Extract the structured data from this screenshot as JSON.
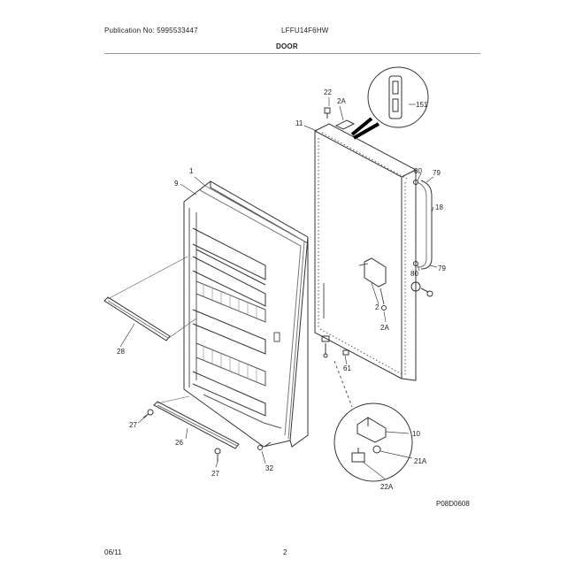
{
  "header": {
    "publication": "Publication No: 5995533447",
    "model": "LFFU14F6HW",
    "section_title": "DOOR"
  },
  "footer": {
    "date": "06/11",
    "page_number": "2",
    "figure_id": "P08D0608"
  },
  "part_labels": {
    "p1": "1",
    "p9": "9",
    "p11": "11",
    "p151": "151",
    "p22": "22",
    "p2A_top": "2A",
    "p80_top": "80",
    "p79_top": "79",
    "p18": "18",
    "p80_bot": "80",
    "p79_bot": "79",
    "p2": "2",
    "p2A_mid": "2A",
    "p61": "61",
    "p28": "28",
    "p27_left": "27",
    "p26": "26",
    "p27_bot": "27",
    "p32": "32",
    "p10": "10",
    "p21A": "21A",
    "p22A": "22A"
  }
}
